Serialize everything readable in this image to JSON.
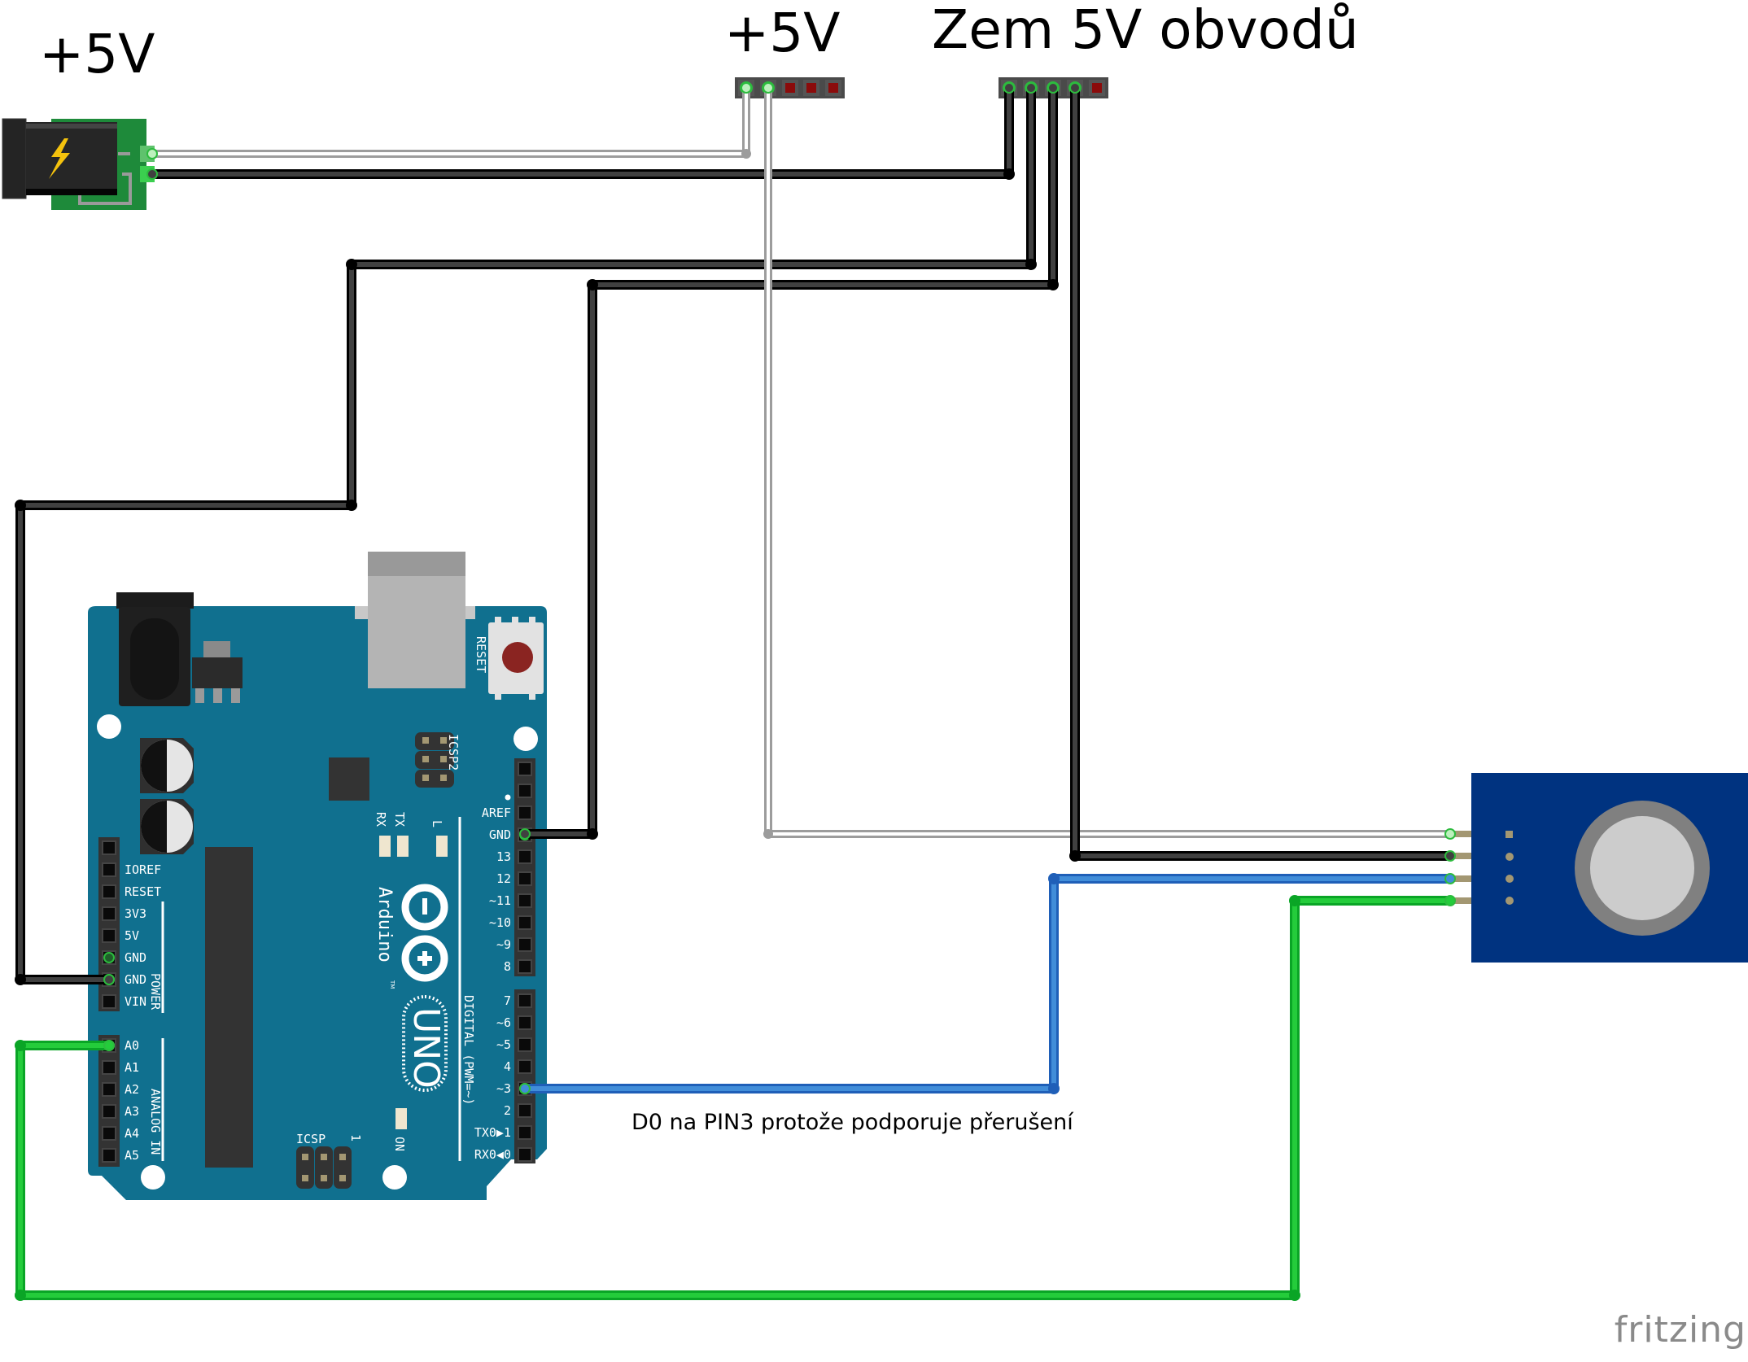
{
  "labels": {
    "power_jack_label": "+5V",
    "header_5v_label": "+5V",
    "header_gnd_label": "Zem 5V obvodů",
    "d0_note": "D0 na PIN3 protože podporuje přerušení",
    "watermark": "fritzing"
  },
  "arduino": {
    "name": "Arduino",
    "model": "UNO",
    "tm": "TM",
    "reset_label": "RESET",
    "icsp2_label": "ICSP2",
    "icsp_label": "ICSP",
    "icsp_pin1": "1",
    "on_label": "ON",
    "led_labels": [
      "RX",
      "TX",
      "L"
    ],
    "power_header": [
      "",
      "IOREF",
      "RESET",
      "3V3",
      "5V",
      "GND",
      "GND",
      "VIN"
    ],
    "power_group_label": "POWER",
    "analog_header": [
      "A0",
      "A1",
      "A2",
      "A3",
      "A4",
      "A5"
    ],
    "analog_group_label": "ANALOG IN",
    "digital_header_high": [
      "",
      "",
      "AREF",
      "GND",
      "13",
      "12",
      "~11",
      "~10",
      "~9",
      "8"
    ],
    "digital_header_low": [
      "7",
      "~6",
      "~5",
      "4",
      "~3",
      "2",
      "TX0▶1",
      "RX0◀0"
    ],
    "digital_group_label": "DIGITAL (PWM=~)"
  },
  "connections": [
    {
      "from": "DC jack +",
      "to": "+5V header pin 1",
      "color": "white"
    },
    {
      "from": "DC jack GND",
      "to": "GND header pin 1",
      "color": "black"
    },
    {
      "from": "GND header pin 2",
      "to": "Arduino GND (power)",
      "color": "black"
    },
    {
      "from": "GND header pin 3",
      "to": "Arduino GND (digital)",
      "color": "black"
    },
    {
      "from": "+5V header pin 2",
      "to": "Sensor VCC",
      "color": "white"
    },
    {
      "from": "GND header pin 4",
      "to": "Sensor GND",
      "color": "black"
    },
    {
      "from": "Arduino D3",
      "to": "Sensor D0",
      "color": "blue"
    },
    {
      "from": "Arduino A0",
      "to": "Sensor A0",
      "color": "green"
    }
  ],
  "colors": {
    "board": "#10708f",
    "sensor_board": "#003380",
    "wire_white": "#9c9c9c",
    "wire_black": "#404040",
    "wire_blue": "#418dd9",
    "wire_green": "#24cc3b"
  }
}
